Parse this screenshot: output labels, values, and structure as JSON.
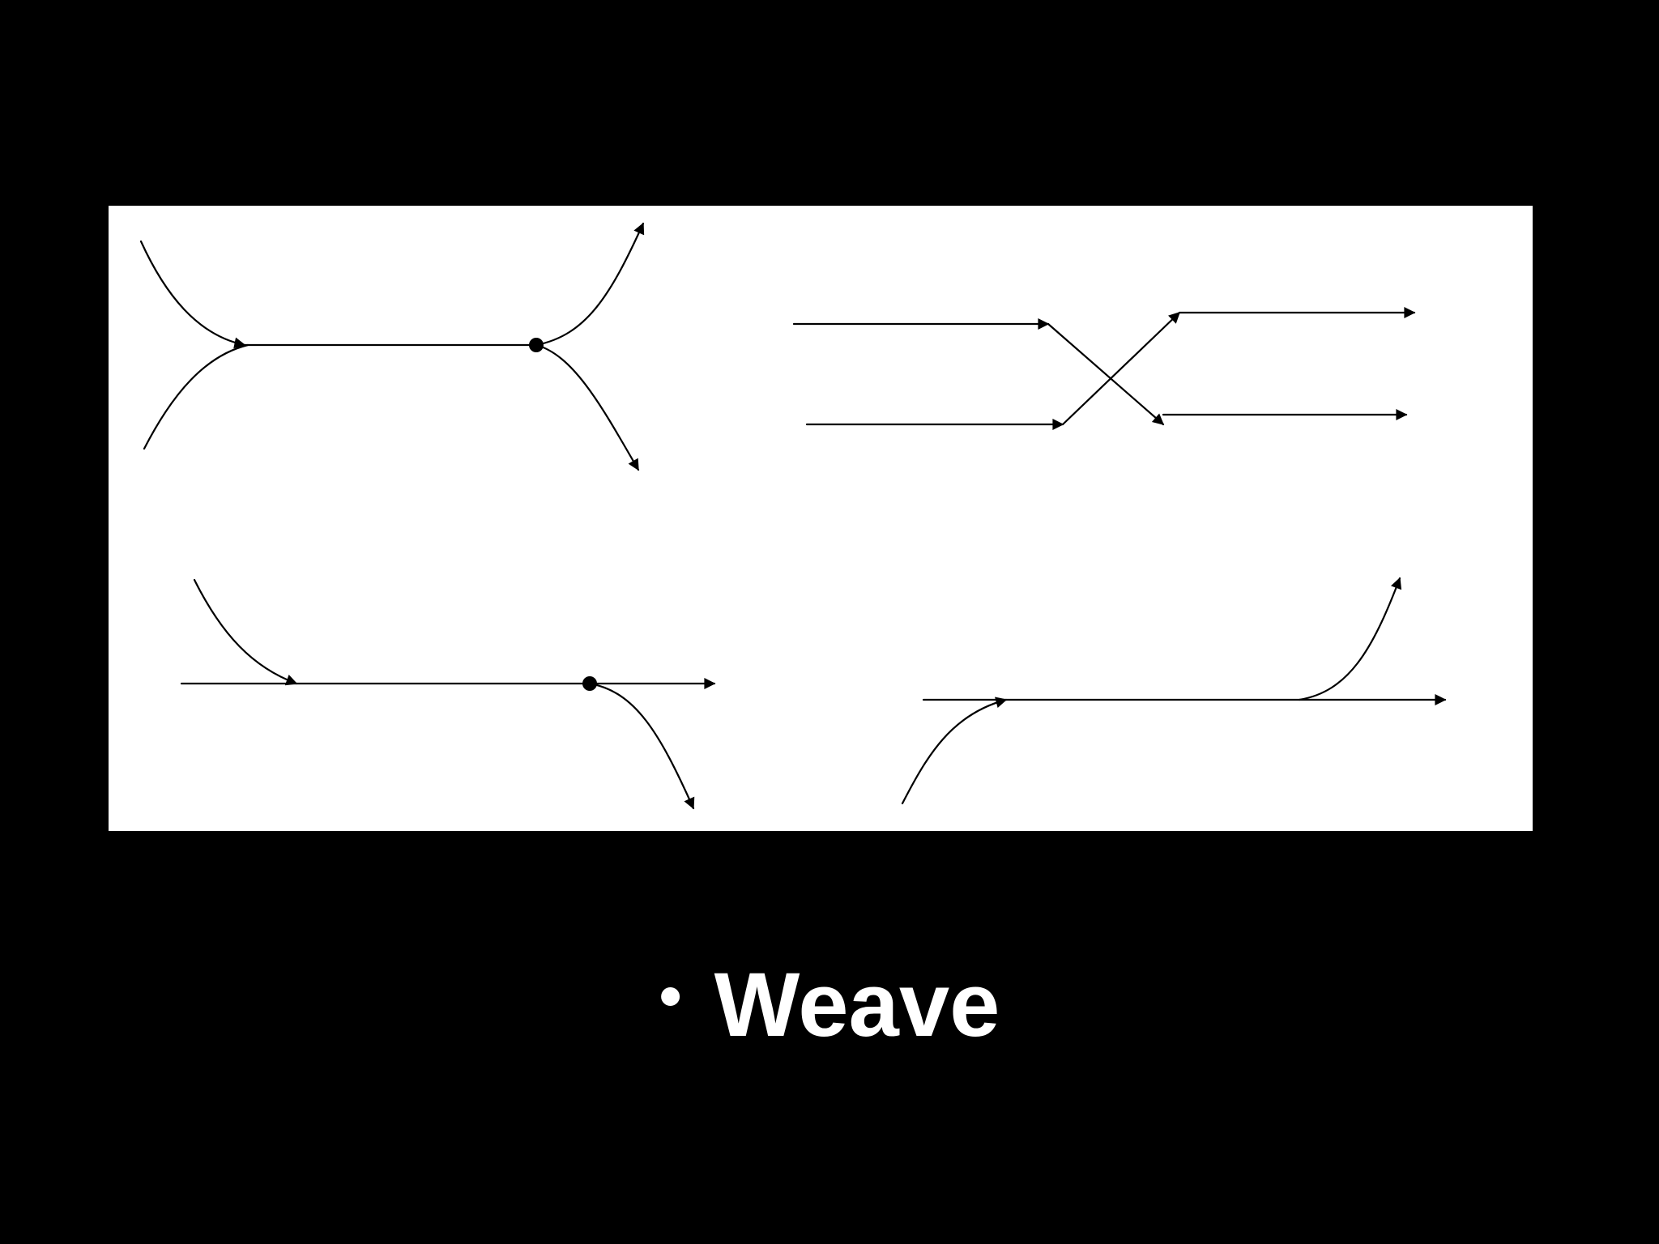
{
  "slide": {
    "background_color": "#000000",
    "panel_color": "#ffffff",
    "bullet_text": "Weave",
    "bullet_symbol": "•"
  },
  "diagram": {
    "panels": [
      {
        "name": "merge-then-diverge"
      },
      {
        "name": "crossing-weave"
      },
      {
        "name": "merge-then-diverge-with-through"
      },
      {
        "name": "merge-then-diverge-single-through"
      }
    ]
  }
}
